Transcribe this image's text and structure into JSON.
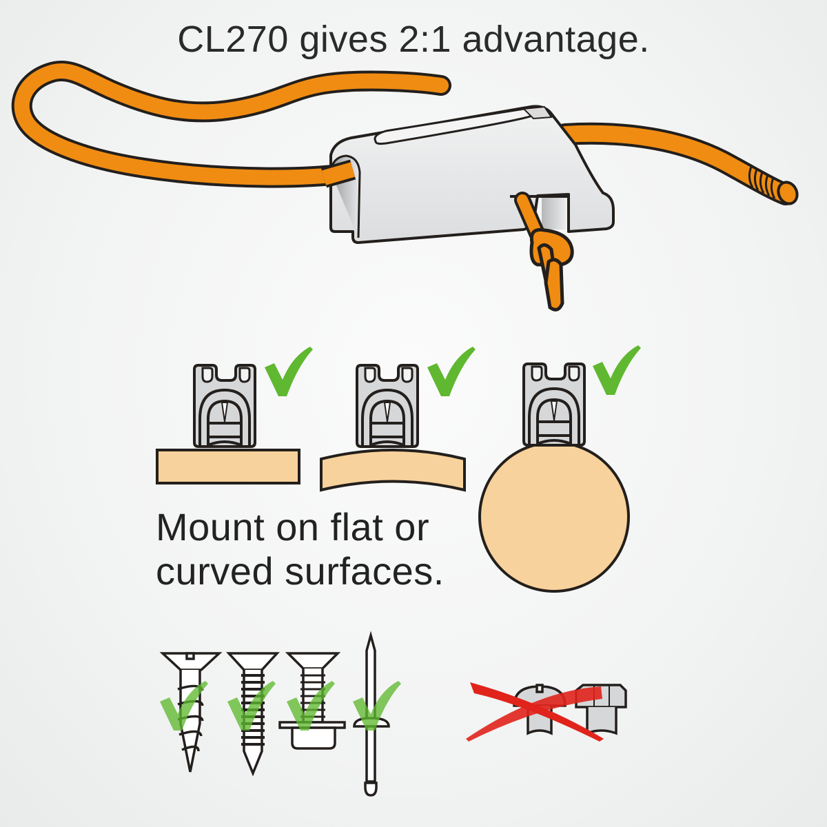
{
  "title": "CL270 gives 2:1 advantage.",
  "caption": {
    "line1": "Mount on flat or",
    "line2": "curved surfaces."
  },
  "colors": {
    "rope": "#f08c12",
    "outline": "#231f1c",
    "cleat": "#e6e7e8",
    "cleat_side": "#cfd1d3",
    "wood": "#f8d29c",
    "check": "#5fb830",
    "check_transparent": "rgba(95,184,48,0.75)",
    "cross": "#e0241c"
  },
  "illustrations": {
    "hero": {
      "label": "cleat-with-rope",
      "items": [
        "rope-loop",
        "cleat",
        "rope-end",
        "knot"
      ]
    },
    "mounting": [
      {
        "surface": "flat",
        "status": "check"
      },
      {
        "surface": "curved",
        "status": "check"
      },
      {
        "surface": "round",
        "status": "check"
      }
    ],
    "fasteners_ok": [
      "wood-screw",
      "self-tapping-screw",
      "machine-screw-with-nut",
      "pop-rivet"
    ],
    "fasteners_not_ok": [
      "pan-head-screw",
      "hex-bolt"
    ]
  }
}
